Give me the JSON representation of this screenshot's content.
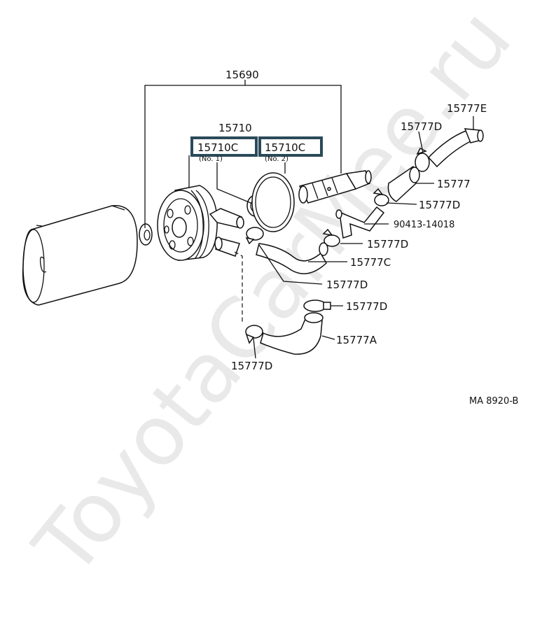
{
  "watermark": "ToyotaCarMee.ru",
  "diagram_code": "MA 8920-B",
  "labels": {
    "assy": "15690",
    "cooler": "15710",
    "gasket_no1": "15710C",
    "gasket_no1_note": "(No. 1)",
    "gasket_no2": "15710C",
    "gasket_no2_note": "(No. 2)",
    "hose_upper_e": "15777E",
    "clamp_1": "15777D",
    "hose_plain": "15777",
    "clamp_2": "15777D",
    "pipe": "90413-14018",
    "clamp_3": "15777D",
    "hose_c": "15777C",
    "clamp_4": "15777D",
    "clamp_5": "15777D",
    "hose_a": "15777A",
    "clamp_6": "15777D"
  },
  "colors": {
    "highlight_box": "#2b4a5a",
    "ink": "#111111",
    "watermark": "#e9e9e9"
  }
}
